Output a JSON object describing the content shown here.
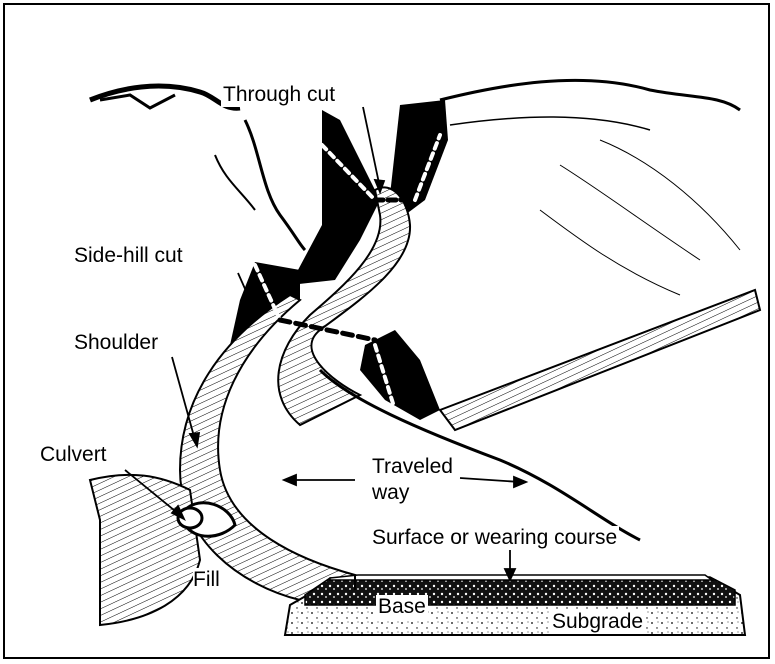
{
  "labels": {
    "through_cut": "Through cut",
    "side_hill_cut": "Side-hill cut",
    "shoulder": "Shoulder",
    "culvert": "Culvert",
    "traveled_way_1": "Traveled",
    "traveled_way_2": "way",
    "surface": "Surface or wearing course",
    "fill": "Fill",
    "base": "Base",
    "subgrade": "Subgrade"
  },
  "colors": {
    "ink": "#000000",
    "paper": "#ffffff"
  }
}
